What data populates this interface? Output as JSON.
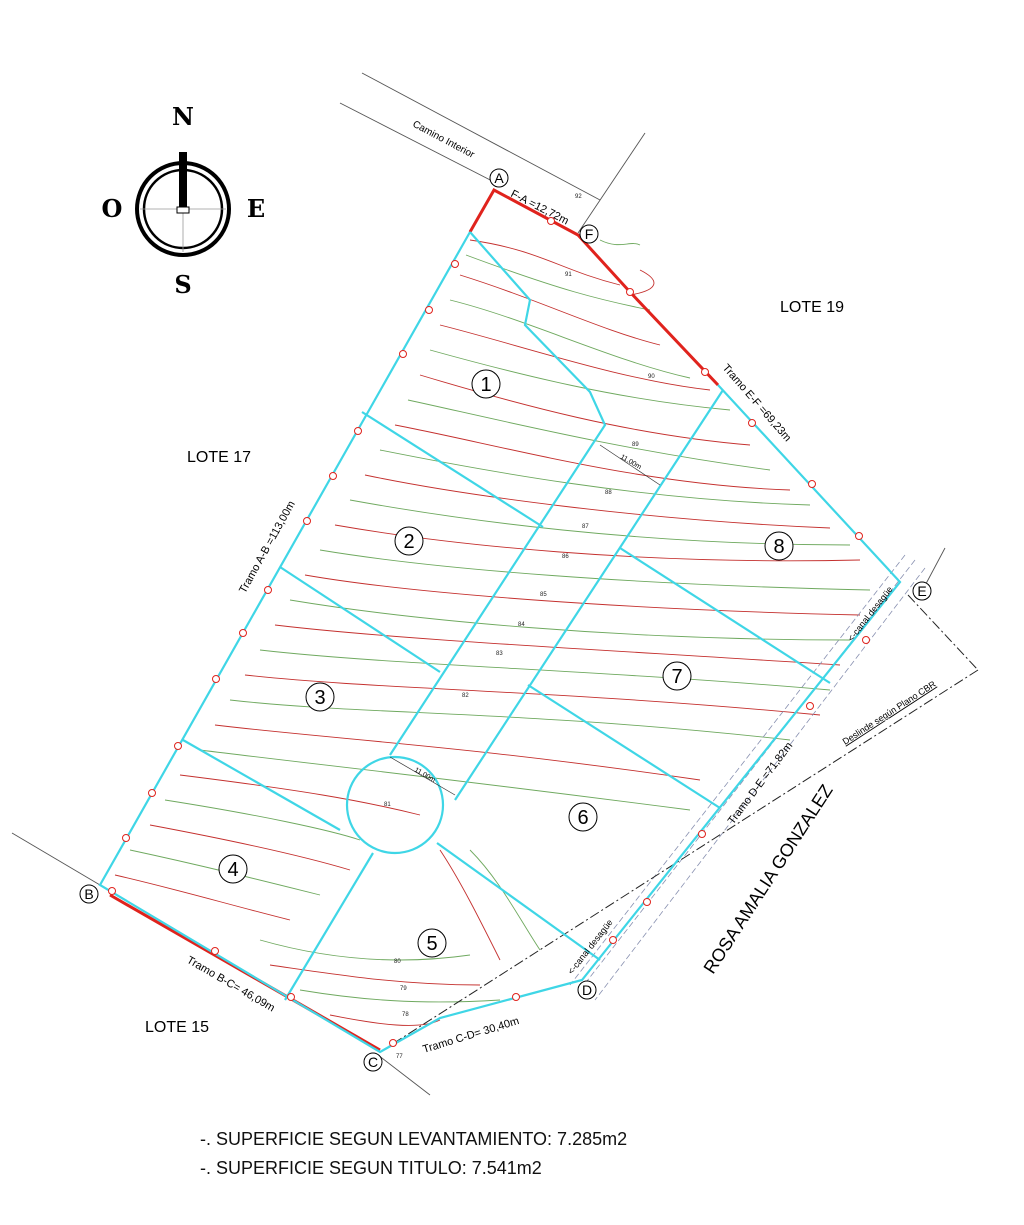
{
  "compass": {
    "n": "N",
    "s": "S",
    "e": "E",
    "w": "O"
  },
  "road_label": "Camino Interior",
  "neighbors": {
    "north_east": "LOTE 19",
    "west": "LOTE 17",
    "south_west": "LOTE 15",
    "south_east": "ROSA AMALIA GONZALEZ"
  },
  "vertices": [
    "A",
    "B",
    "C",
    "D",
    "E",
    "F"
  ],
  "segments": {
    "fa": "F-A =12,72m",
    "ab": "Tramo A-B =113,00m",
    "bc": "Tramo B-C= 46,09m",
    "cd": "Tramo C-D= 30,40m",
    "de": "Tramo D-E =71,82m",
    "ef": "Tramo E-F =69,23m"
  },
  "lots": [
    "1",
    "2",
    "3",
    "4",
    "5",
    "6",
    "7",
    "8"
  ],
  "road_width_top": "11,00m",
  "road_width_bottom": "11,00m",
  "drain_label_1": "<-canal desagüe",
  "drain_label_2": "<-canal desagüe",
  "deslinde_label": "Deslinde según Plano CBR",
  "contours": [
    "92",
    "91",
    "90",
    "89",
    "88",
    "87",
    "86",
    "85",
    "84",
    "83",
    "82",
    "81",
    "80",
    "79",
    "78",
    "77"
  ],
  "notes": [
    "-. SUPERFICIE SEGUN LEVANTAMIENTO: 7.285m2",
    "-. SUPERFICIE SEGUN TITULO: 7.541m2"
  ],
  "colors": {
    "boundary_red": "#e0231d",
    "boundary_cyan": "#3fd6e6",
    "contour_red": "#c4302e",
    "contour_green": "#6fa95f",
    "line_gray": "#555555"
  }
}
